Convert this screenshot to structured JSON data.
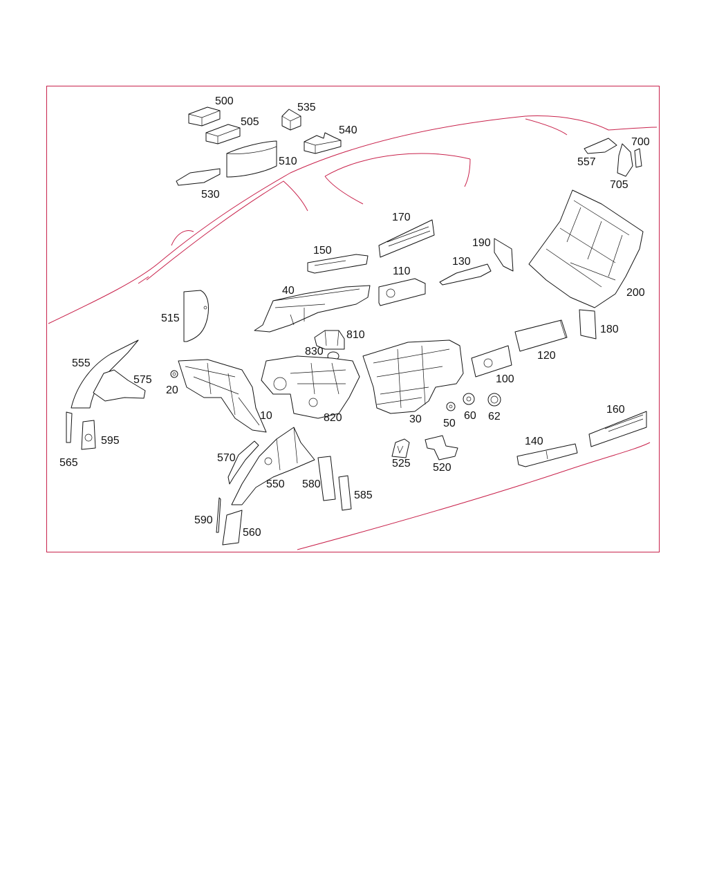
{
  "diagram": {
    "line_color": "#c8204a",
    "ink_color": "#111111",
    "labels": {
      "p10": "10",
      "p20": "20",
      "p30": "30",
      "p40": "40",
      "p50": "50",
      "p60": "60",
      "p62": "62",
      "p100": "100",
      "p110": "110",
      "p120": "120",
      "p130": "130",
      "p140": "140",
      "p150": "150",
      "p160": "160",
      "p170": "170",
      "p180": "180",
      "p190": "190",
      "p200": "200",
      "p500": "500",
      "p505": "505",
      "p510": "510",
      "p515": "515",
      "p520": "520",
      "p525": "525",
      "p530": "530",
      "p535": "535",
      "p540": "540",
      "p550": "550",
      "p555": "555",
      "p557": "557",
      "p560": "560",
      "p565": "565",
      "p570": "570",
      "p575": "575",
      "p580": "580",
      "p585": "585",
      "p590": "590",
      "p595": "595",
      "p700": "700",
      "p705": "705",
      "p810": "810",
      "p820": "820",
      "p830": "830"
    }
  }
}
